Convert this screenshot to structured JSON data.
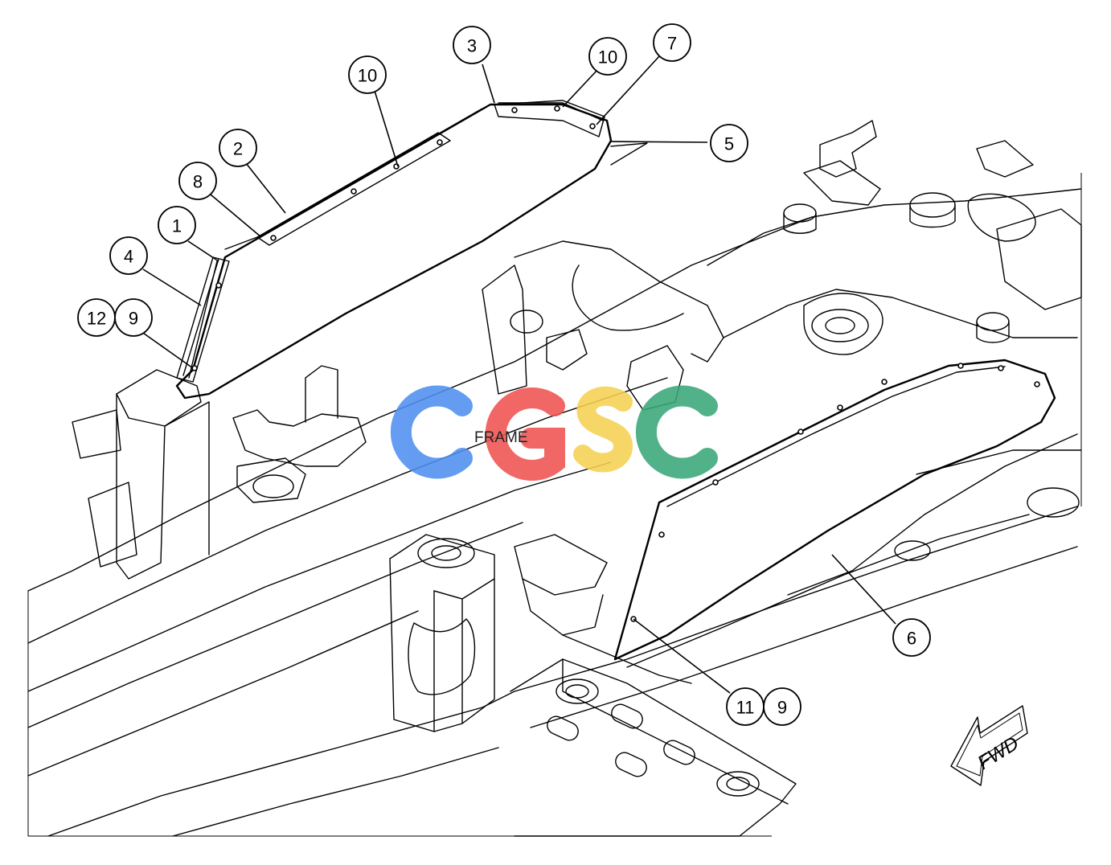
{
  "diagram": {
    "frame_label": "FRAME",
    "watermark": {
      "letters": [
        "C",
        "G",
        "S",
        "C"
      ],
      "colors": [
        "#4f8ff0",
        "#ef5350",
        "#f7d154",
        "#3aa87a"
      ]
    },
    "direction_label": "FWD",
    "callouts": [
      {
        "id": "c1",
        "label": "1"
      },
      {
        "id": "c2",
        "label": "2"
      },
      {
        "id": "c3",
        "label": "3"
      },
      {
        "id": "c4",
        "label": "4"
      },
      {
        "id": "c5",
        "label": "5"
      },
      {
        "id": "c6",
        "label": "6"
      },
      {
        "id": "c7",
        "label": "7"
      },
      {
        "id": "c8",
        "label": "8"
      },
      {
        "id": "c9a",
        "label": "9"
      },
      {
        "id": "c9b",
        "label": "9"
      },
      {
        "id": "c10a",
        "label": "10"
      },
      {
        "id": "c10b",
        "label": "10"
      },
      {
        "id": "c11",
        "label": "11"
      },
      {
        "id": "c12",
        "label": "12"
      }
    ]
  }
}
